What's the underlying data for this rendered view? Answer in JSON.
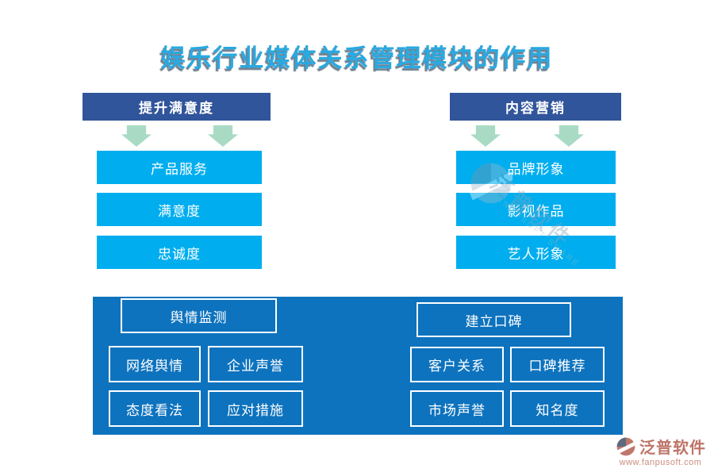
{
  "title": "娱乐行业媒体关系管理模块的作用",
  "groups": [
    {
      "id": "satisfaction",
      "header": "提升满意度",
      "items": [
        "产品服务",
        "满意度",
        "忠诚度"
      ]
    },
    {
      "id": "content-marketing",
      "header": "内容营销",
      "items": [
        "品牌形象",
        "影视作品",
        "艺人形象"
      ]
    }
  ],
  "panel": {
    "sections": [
      {
        "id": "sentiment-monitoring",
        "header": "舆情监测",
        "items": [
          "网络舆情",
          "企业声誉",
          "态度看法",
          "应对措施"
        ]
      },
      {
        "id": "build-reputation",
        "header": "建立口碑",
        "items": [
          "客户关系",
          "口碑推荐",
          "市场声誉",
          "知名度"
        ]
      }
    ]
  },
  "watermark": {
    "name": "泛普软件",
    "latin": "FANPUSOFT SHARE"
  },
  "footer": {
    "name": "泛普软件",
    "url": "www.fanpusoft.com"
  },
  "icons": {
    "arrow": "down-arrow-icon",
    "logo": "fanpu-logo-icon"
  },
  "colors": {
    "title": "#29a9e1",
    "header_blue": "#31559b",
    "cyan": "#00aeef",
    "panel_blue": "#0e73be",
    "arrow_mint": "#a9dbc4",
    "logo_salmon": "#be7468"
  }
}
